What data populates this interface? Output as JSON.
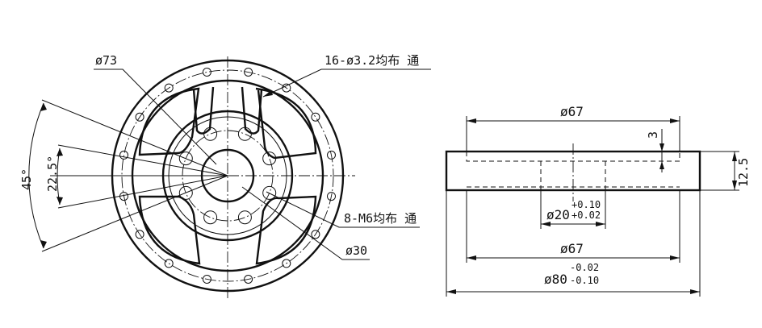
{
  "front_view": {
    "callouts": {
      "dia73": "ø73",
      "holes16": "16-ø3.2均布  通",
      "holes8": "8-M6均布 通",
      "dia30": "ø30"
    },
    "angles": {
      "outer": "45°",
      "inner": "22.5°"
    }
  },
  "side_view": {
    "dims": {
      "top_width": "ø67",
      "depth": "3",
      "thickness": "12.5",
      "bore": "ø20",
      "bore_upper": "+0.10",
      "bore_lower": "+0.02",
      "bottom_width": "ø67",
      "outer": "ø80",
      "outer_upper": "-0.02",
      "outer_lower": "-0.10"
    }
  },
  "colors": {
    "line": "#111111",
    "background": "#ffffff"
  }
}
